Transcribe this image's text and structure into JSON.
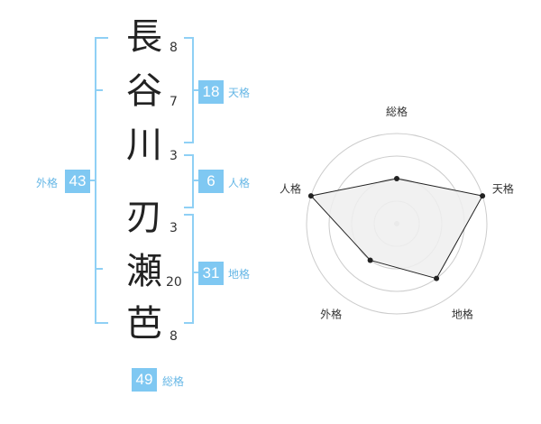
{
  "name": {
    "characters": [
      {
        "char": "長",
        "strokes": "8"
      },
      {
        "char": "谷",
        "strokes": "7"
      },
      {
        "char": "川",
        "strokes": "3"
      },
      {
        "char": "刃",
        "strokes": "3"
      },
      {
        "char": "瀬",
        "strokes": "20"
      },
      {
        "char": "芭",
        "strokes": "8"
      }
    ]
  },
  "fortune": {
    "tenkaku": {
      "label": "天格",
      "value": "18"
    },
    "jinkaku": {
      "label": "人格",
      "value": "6"
    },
    "chikaku": {
      "label": "地格",
      "value": "31"
    },
    "gaikaku": {
      "label": "外格",
      "value": "43"
    },
    "soukaku": {
      "label": "総格",
      "value": "49"
    }
  },
  "colors": {
    "accent": "#7fc8f2",
    "accent_text": "#66b7e6",
    "bracket": "#8fd0f5",
    "radar_fill": "#efefef",
    "radar_line": "#222222",
    "ring": "#cccccc"
  },
  "radar": {
    "axes": [
      "総格",
      "天格",
      "地格",
      "外格",
      "人格"
    ],
    "levels": [
      2,
      4,
      3,
      2,
      4
    ],
    "max_level": 4
  }
}
